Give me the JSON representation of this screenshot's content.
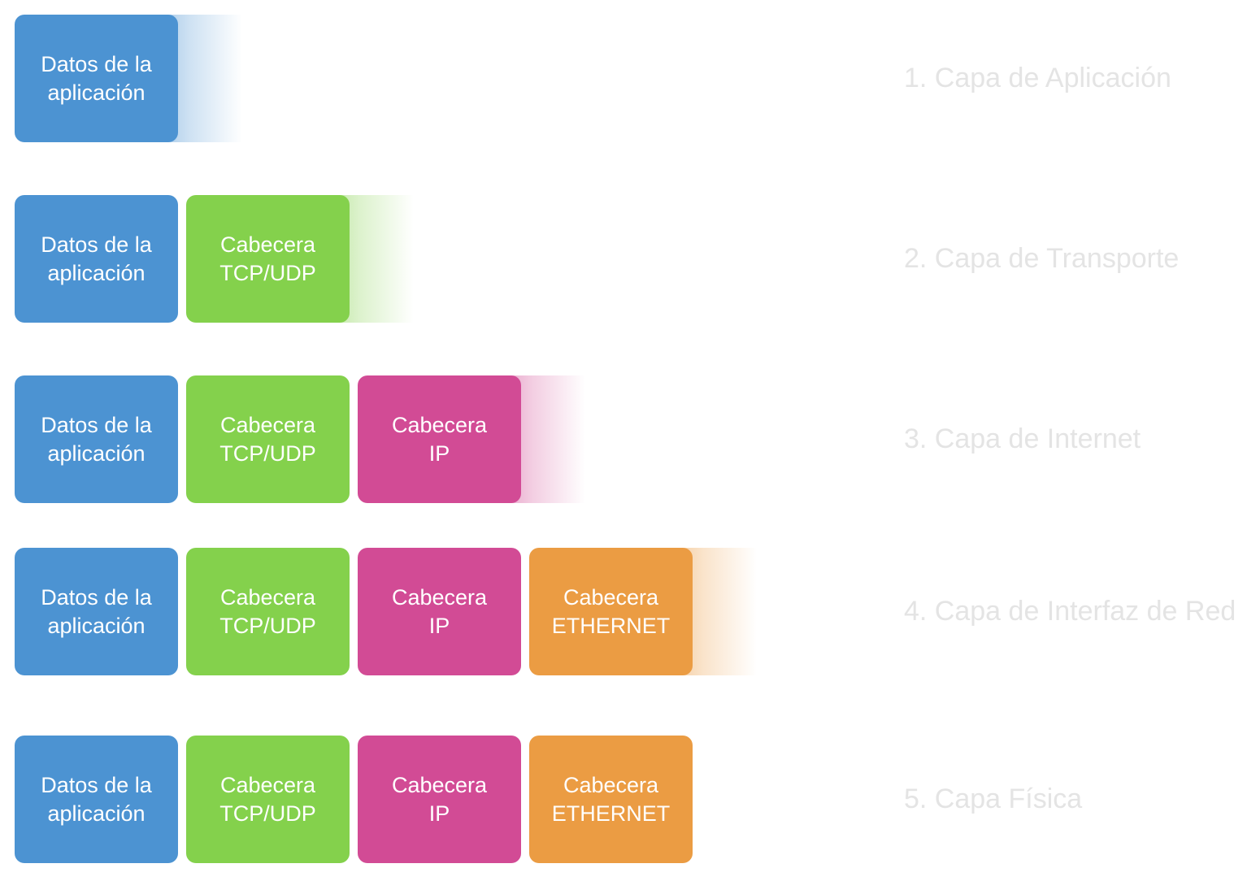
{
  "colors": {
    "data": "#4c93d2",
    "transport": "#84d14c",
    "ip": "#d24b95",
    "ethernet": "#eb9c43",
    "label": "#e4e4e4"
  },
  "layers": [
    {
      "label": "1. Capa de Aplicación",
      "blocks": [
        {
          "kind": "data",
          "line1": "Datos de la",
          "line2": "aplicación"
        }
      ],
      "fade": true
    },
    {
      "label": "2. Capa de Transporte",
      "blocks": [
        {
          "kind": "data",
          "line1": "Datos de la",
          "line2": "aplicación"
        },
        {
          "kind": "transport",
          "line1": "Cabecera",
          "line2": "TCP/UDP"
        }
      ],
      "fade": true
    },
    {
      "label": "3. Capa de Internet",
      "blocks": [
        {
          "kind": "data",
          "line1": "Datos de la",
          "line2": "aplicación"
        },
        {
          "kind": "transport",
          "line1": "Cabecera",
          "line2": "TCP/UDP"
        },
        {
          "kind": "ip",
          "line1": "Cabecera",
          "line2": "IP"
        }
      ],
      "fade": true
    },
    {
      "label": "4. Capa de Interfaz de Red",
      "blocks": [
        {
          "kind": "data",
          "line1": "Datos de la",
          "line2": "aplicación"
        },
        {
          "kind": "transport",
          "line1": "Cabecera",
          "line2": "TCP/UDP"
        },
        {
          "kind": "ip",
          "line1": "Cabecera",
          "line2": "IP"
        },
        {
          "kind": "ethernet",
          "line1": "Cabecera",
          "line2": "ETHERNET"
        }
      ],
      "fade": true
    },
    {
      "label": "5. Capa Física",
      "blocks": [
        {
          "kind": "data",
          "line1": "Datos de la",
          "line2": "aplicación"
        },
        {
          "kind": "transport",
          "line1": "Cabecera",
          "line2": "TCP/UDP"
        },
        {
          "kind": "ip",
          "line1": "Cabecera",
          "line2": "IP"
        },
        {
          "kind": "ethernet",
          "line1": "Cabecera",
          "line2": "ETHERNET"
        }
      ],
      "fade": false
    }
  ]
}
